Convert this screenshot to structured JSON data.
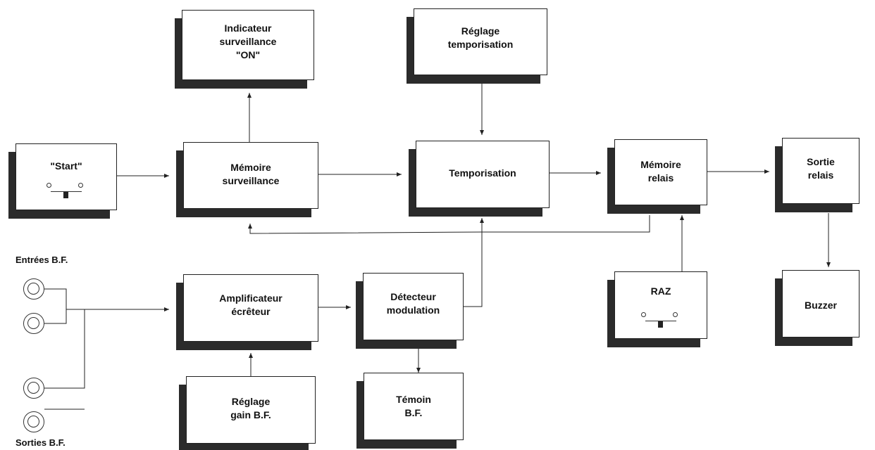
{
  "blocks": {
    "indicateur": "Indicateur\nsurveillance\n\"ON\"",
    "reglage_tempo": "Réglage\ntemporisation",
    "start": "\"Start\"",
    "memoire_surv": "Mémoire\nsurveillance",
    "temporisation": "Temporisation",
    "memoire_relais": "Mémoire\nrelais",
    "sortie_relais": "Sortie\nrelais",
    "amplificateur": "Amplificateur\nécrêteur",
    "detecteur": "Détecteur\nmodulation",
    "raz": "RAZ",
    "buzzer": "Buzzer",
    "reglage_gain": "Réglage\ngain B.F.",
    "temoin": "Témoin\nB.F."
  },
  "labels": {
    "entrees": "Entrées B.F.",
    "sorties": "Sorties B.F."
  }
}
